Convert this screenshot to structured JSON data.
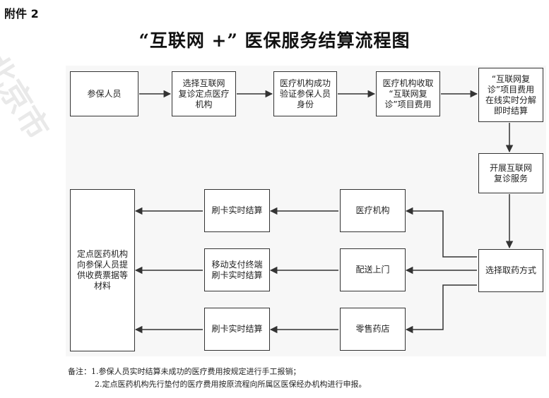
{
  "attachment_label": "附件 2",
  "title": "“互联网 +” 医保服务结算流程图",
  "watermark": "北京市",
  "nodes": {
    "insured": "参保人员",
    "select_institution": "选择互联网\n复诊定点医疗\n机构",
    "verify_identity": "医疗机构成功\n验证参保人员\n身份",
    "collect_fees": "医疗机构收取\n“互联网复\n诊”项目费用",
    "online_settlement": "“互联网复\n诊”项目费用\n在线实时分解\n即时结算",
    "followup_service": "开展互联网\n复诊服务",
    "choose_pickup": "选择取药方式",
    "medical_institution": "医疗机构",
    "delivery": "配送上门",
    "retail_pharmacy": "零售药店",
    "card_settle_1": "刷卡实时结算",
    "mobile_terminal_settle": "移动支付终端\n刷卡实时结算",
    "card_settle_3": "刷卡实时结算",
    "invoice": "定点医药机构\n向参保人员提\n供收费票据等\n材料"
  },
  "notes": {
    "line1": "备注：1.参保人员实时结算未成功的医疗费用按规定进行手工报销；",
    "line2": "2.定点医药机构先行垫付的医疗费用按原流程向所属区医保经办机构进行申报。"
  }
}
